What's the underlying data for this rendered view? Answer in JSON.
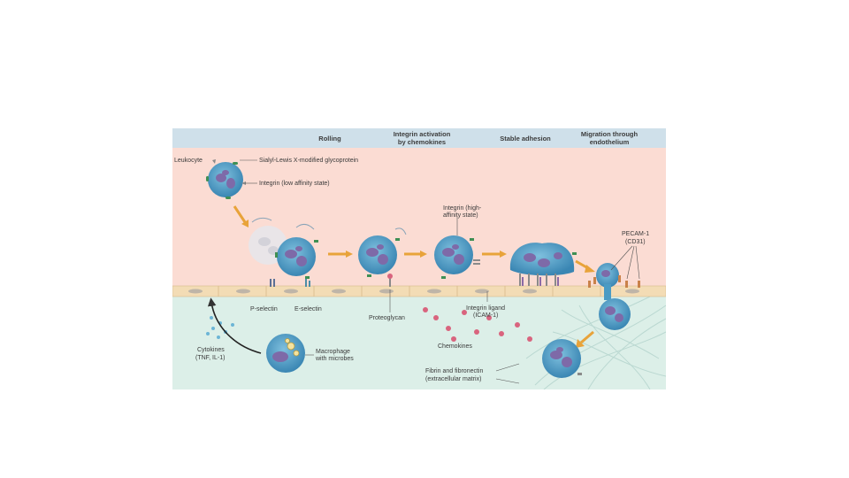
{
  "header": {
    "rolling": "Rolling",
    "activation_line1": "Integrin activation",
    "activation_line2": "by chemokines",
    "stable_adhesion": "Stable adhesion",
    "migration_line1": "Migration through",
    "migration_line2": "endothelium"
  },
  "labels": {
    "leukocyte": "Leukocyte",
    "sialyl_lewis": "Sialyl-Lewis X-modified glycoprotein",
    "integrin_low": "Integrin (low affinity state)",
    "integrin_high_line1": "Integrin (high-",
    "integrin_high_line2": "affinity state)",
    "pecam_line1": "PECAM-1",
    "pecam_line2": "(CD31)",
    "p_selectin": "P-selectin",
    "e_selectin": "E-selectin",
    "proteoglycan": "Proteoglycan",
    "integrin_ligand_line1": "Integrin ligand",
    "integrin_ligand_line2": "(ICAM-1)",
    "chemokines": "Chemokines",
    "cytokines_line1": "Cytokines",
    "cytokines_line2": "(TNF, IL-1)",
    "macrophage_line1": "Macrophage",
    "macrophage_line2": "with microbes",
    "fibrin_line1": "Fibrin and fibronectin",
    "fibrin_line2": "(extracellular matrix)"
  },
  "colors": {
    "header_band": "#cfe0ea",
    "vessel_lumen": "#fbdcd3",
    "tissue": "#dcefe8",
    "endothelium": "#f3dcb5",
    "cell_fill": "#4a9bc4",
    "nucleus": "#7e6aa8",
    "arrow": "#e8a33a",
    "chemokine": "#d9647e"
  },
  "icons": {
    "cell_shape": "leukocyte-cell-icon",
    "arrow_shape": "step-arrow-icon"
  }
}
